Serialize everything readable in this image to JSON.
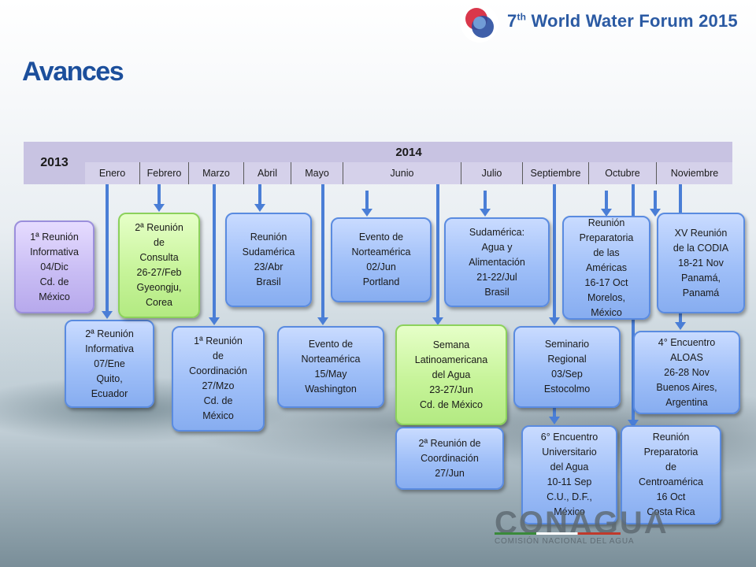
{
  "header": {
    "forum_title_prefix": "7",
    "forum_title_sup": "th",
    "forum_title_rest": " World Water Forum 2015",
    "logo_colors": [
      "#d9374b",
      "#2a4ea0",
      "#7aaae0"
    ]
  },
  "page_title": "Avances",
  "timeline": {
    "year_2013": "2013",
    "year_2014": "2014",
    "months": [
      "Enero",
      "Febrero",
      "Marzo",
      "Abril",
      "Mayo",
      "Junio",
      "Julio",
      "Septiembre",
      "Octubre",
      "Noviembre"
    ]
  },
  "events": [
    {
      "id": "ev1",
      "text": "1ª Reunión\nInformativa\n04/Dic\nCd. de\nMéxico",
      "color": "violet"
    },
    {
      "id": "ev2",
      "text": "2ª Reunión\nInformativa\n07/Ene\nQuito,\nEcuador",
      "color": "blue"
    },
    {
      "id": "ev3",
      "text": "2ª Reunión\nde\nConsulta\n26-27/Feb\nGyeongju,\nCorea",
      "color": "green"
    },
    {
      "id": "ev4",
      "text": "1ª Reunión\nde\nCoordinación\n27/Mzo\nCd. de\nMéxico",
      "color": "blue"
    },
    {
      "id": "ev5",
      "text": "Reunión\nSudamérica\n23/Abr\nBrasil",
      "color": "blue"
    },
    {
      "id": "ev6",
      "text": "Evento de\nNorteamérica\n15/May\nWashington",
      "color": "blue"
    },
    {
      "id": "ev7",
      "text": "Evento de\nNorteamérica\n02/Jun\nPortland",
      "color": "blue"
    },
    {
      "id": "ev8",
      "text": "Semana\nLatinoamericana\ndel  Agua\n23-27/Jun\nCd. de México",
      "color": "green"
    },
    {
      "id": "ev9",
      "text": "2ª Reunión de\nCoordinación\n27/Jun",
      "color": "blue"
    },
    {
      "id": "ev10",
      "text": "Sudamérica:\nAgua y\nAlimentación\n21-22/Jul\nBrasil",
      "color": "blue"
    },
    {
      "id": "ev11",
      "text": "Seminario\nRegional\n03/Sep\nEstocolmo",
      "color": "blue"
    },
    {
      "id": "ev12",
      "text": "6° Encuentro\nUniversitario\ndel Agua\n10-11 Sep\nC.U., D.F.,\nMéxico",
      "color": "blue"
    },
    {
      "id": "ev13",
      "text": "Reunión\nPreparatoria\nde las\nAméricas\n16-17 Oct\nMorelos,\nMéxico",
      "color": "blue"
    },
    {
      "id": "ev14",
      "text": "Reunión\nPreparatoria\nde\nCentroamérica\n16 Oct\nCosta Rica",
      "color": "blue"
    },
    {
      "id": "ev15",
      "text": "XV Reunión\nde la CODIA\n18-21 Nov\nPanamá,\nPanamá",
      "color": "blue"
    },
    {
      "id": "ev16",
      "text": "4° Encuentro\nALOAS\n26-28 Nov\nBuenos Aires,\nArgentina",
      "color": "blue"
    }
  ],
  "footer": {
    "conagua_logo": "CONAGUA",
    "conagua_sub": "COMISIÓN NACIONAL DEL AGUA"
  }
}
